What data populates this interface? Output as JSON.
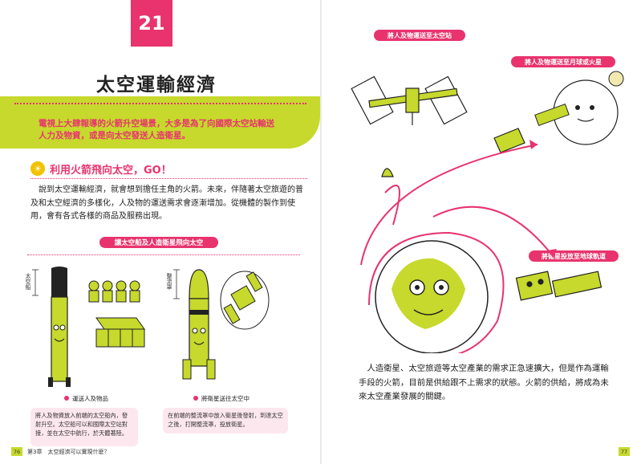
{
  "chapter_number": "21",
  "title": "太空運輸經濟",
  "lead": "電視上大肆報導的火箭升空場景，大多是為了向國際太空站輸送人力及物資，或是向太空發送人造衛星。",
  "section": {
    "title": "利用火箭飛向太空，GO！",
    "body": "說到太空運輸經濟，就會想到擔任主角的火箭。未來，伴隨著太空旅遊的普及和太空經濟的多樣化，人及物的運送需求會逐漸增加。從機體的製作到使用，會有各式各樣的商品及服務出現。"
  },
  "figure": {
    "caption": "讓太空船及人造衛星飛向太空",
    "label_spacecraft": "太空船",
    "label_fairing": "整流罩",
    "item1": {
      "label": "運送人及物品",
      "desc": "將人及物資放入前端的太空船內，發射升空。太空船可以和國際太空站對接，並在太空中航行，於天體著陸。"
    },
    "item2": {
      "label": "將衛星送往太空中",
      "desc": "在前端的整流罩中放入衛星後發射，到達太空之後，打開整流罩，投放衛星。"
    }
  },
  "footer": {
    "left_page": "76",
    "chapter": "第3章　太空經濟可以實現什麼？",
    "right_page": "77"
  },
  "right_page": {
    "tag_station": "將人及物運送至太空站",
    "tag_moon": "將人及物運送至月球或火星",
    "tag_satellite": "將衛星投放至地球軌道",
    "body": "人造衛星、太空旅遊等太空產業的需求正急速擴大，但是作為運輸手段的火箭，目前是供給跟不上需求的狀態。火箭的供給，將成為未來太空產業發展的關鍵。"
  },
  "colors": {
    "accent_pink": "#e8336e",
    "lime": "#c6d92c",
    "lightbulb": "#f2c200"
  }
}
